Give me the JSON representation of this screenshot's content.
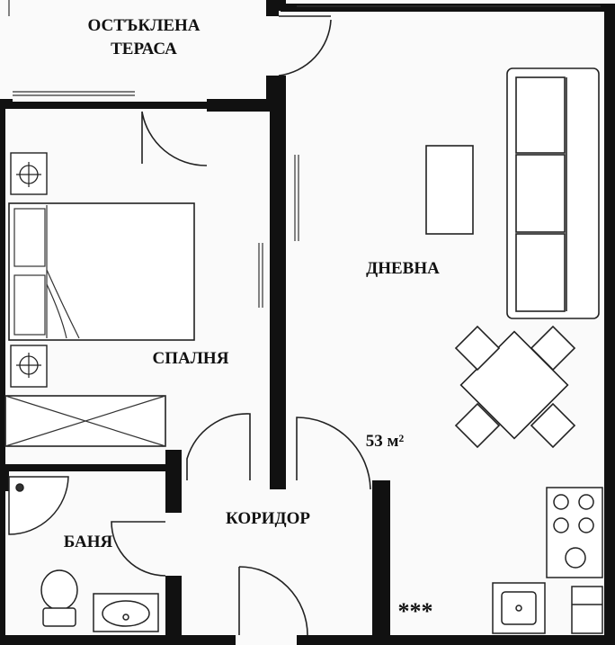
{
  "labels": {
    "terrace_line1": "ОСТЪКЛЕНА",
    "terrace_line2": "ТЕРАСА",
    "living": "ДНЕВНА",
    "bedroom": "СПАЛНЯ",
    "area": "53 м²",
    "corridor": "КОРИДОР",
    "bath": "БАНЯ",
    "stars": "***"
  },
  "colors": {
    "wall": "#111111",
    "floor": "#fafafa",
    "outside": "#ffffff"
  }
}
